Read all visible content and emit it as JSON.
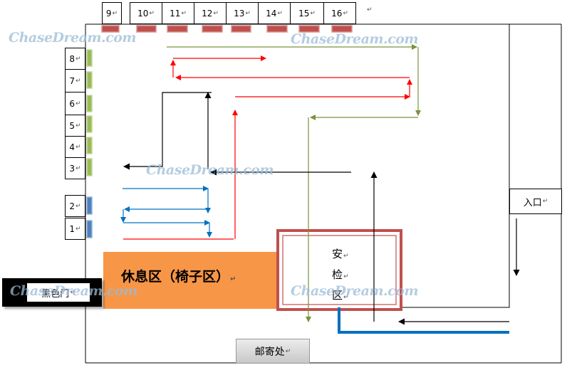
{
  "windows_top": [
    "9",
    "10",
    "11",
    "12",
    "13",
    "14",
    "15",
    "16"
  ],
  "windows_left": [
    "8",
    "7",
    "6",
    "5",
    "4",
    "3",
    "2",
    "1"
  ],
  "entrance": "入口",
  "lounge": "休息区（椅子区）",
  "security": [
    "安",
    "检",
    "区"
  ],
  "black_door": "黑色门",
  "mail": "邮寄处",
  "watermark": "ChaseDream.com",
  "para_mark": "↵",
  "colors": {
    "outline": "#000000",
    "window_red": "#c0504d",
    "window_green": "#9bbb59",
    "window_blue": "#4f81bd",
    "arrow_red": "#ff0000",
    "arrow_green": "#77933c",
    "arrow_blue": "#0070c0",
    "arrow_black": "#000000",
    "lounge_fill": "#f79646",
    "security_border": "#c0504d",
    "blue_path": "#0070c0",
    "door_fill": "#000000"
  }
}
